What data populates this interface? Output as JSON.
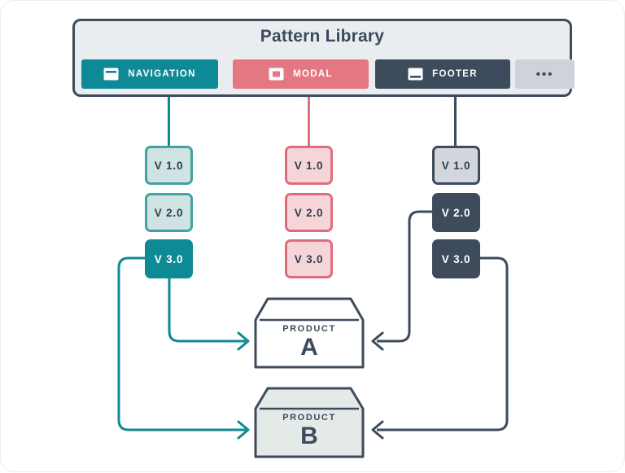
{
  "palette": {
    "dark_slate": "#3D4B5C",
    "teal": "#0E8A96",
    "teal_light": "#CEE3E2",
    "pink": "#E57783",
    "pink_light": "#F6D5D8",
    "gray_chip": "#D3D7DB",
    "panel_bg": "#EAEDF0",
    "product_b_bg": "#E4EAE7",
    "text_dark": "#2E3D52"
  },
  "library": {
    "title": "Pattern Library",
    "buttons": [
      {
        "id": "navigation",
        "label": "NAVIGATION",
        "icon": "window-icon"
      },
      {
        "id": "modal",
        "label": "MODAL",
        "icon": "modal-icon"
      },
      {
        "id": "footer",
        "label": "FOOTER",
        "icon": "footer-icon"
      }
    ],
    "more_label": "•••"
  },
  "columns": [
    {
      "id": "navigation",
      "versions": [
        "V 1.0",
        "V 2.0",
        "V 3.0"
      ]
    },
    {
      "id": "modal",
      "versions": [
        "V 1.0",
        "V 2.0",
        "V 3.0"
      ]
    },
    {
      "id": "footer",
      "versions": [
        "V 1.0",
        "V 2.0",
        "V 3.0"
      ]
    }
  ],
  "products": [
    {
      "kicker": "PRODUCT",
      "name": "A"
    },
    {
      "kicker": "PRODUCT",
      "name": "B"
    }
  ]
}
